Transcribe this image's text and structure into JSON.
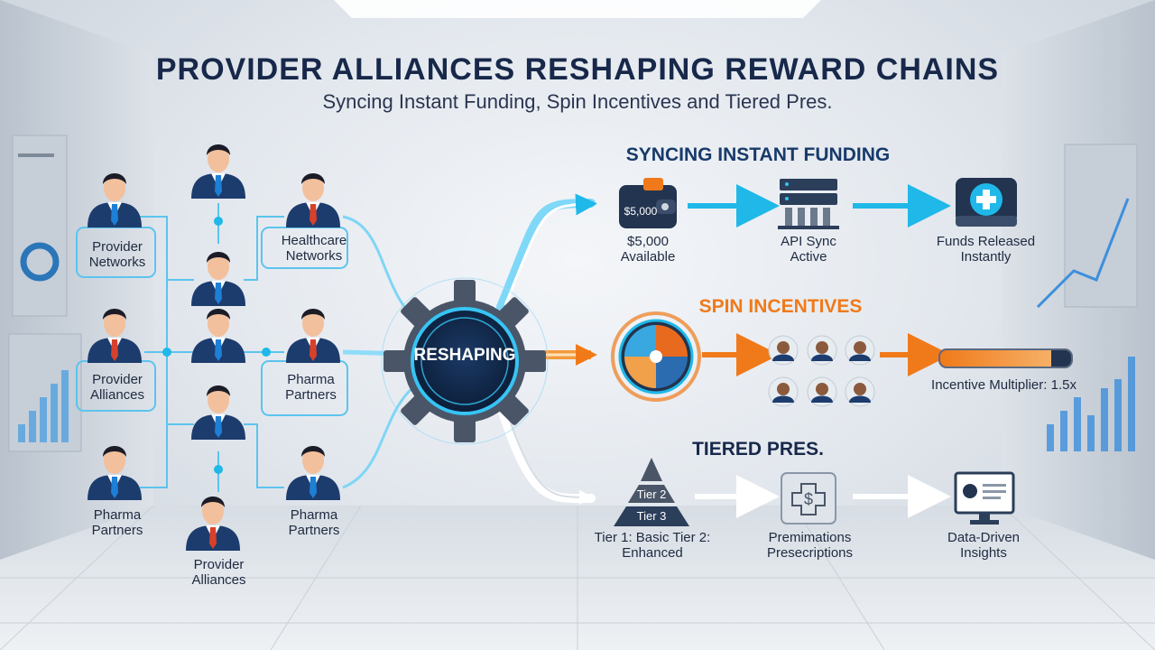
{
  "header": {
    "title": "PROVIDER ALLIANCES RESHAPING REWARD CHAINS",
    "subtitle": "Syncing Instant Funding, Spin Incentives and Tiered Pres."
  },
  "network": {
    "labels": {
      "provider_networks": "Provider Networks",
      "healthcare_networks": "Healthcare Networks",
      "provider_alliances_left": "Provider Alliances",
      "pharma_partners_mid": "Pharma Partners",
      "pharma_partners_bottom_left": "Pharma Partners",
      "pharma_partners_bottom_right": "Pharma Partners",
      "provider_alliances_bottom": "Provider Alliances"
    }
  },
  "hub": {
    "label": "RESHAPING"
  },
  "funding": {
    "heading": "SYNCING INSTANT FUNDING",
    "wallet_amount": "$5,000",
    "wallet_label": "$5,000 Available",
    "api_label": "API Sync Active",
    "funds_label": "Funds Released Instantly"
  },
  "spin": {
    "heading": "SPIN INCENTIVES",
    "multiplier_label": "Incentive Multiplier: 1.5x",
    "multiplier_fill": 0.85
  },
  "tiered": {
    "heading": "TIERED PRES.",
    "tier2": "Tier 2",
    "tier3": "Tier 3",
    "tier_label": "Tier 1: Basic Tier 2: Enhanced",
    "prescriptions_label": "Premimations Presecriptions",
    "insights_label": "Data-Driven Insights"
  },
  "colors": {
    "navy": "#17284a",
    "cyan": "#1fb8e8",
    "orange": "#f07a1a",
    "white_flow": "#e9edf2",
    "suit": "#1d3c6e"
  },
  "icons": [
    "person-icon",
    "gear-icon",
    "wallet-icon",
    "server-icon",
    "medical-cross-icon",
    "spin-wheel-icon",
    "avatar-icon",
    "pyramid-icon",
    "prescription-dollar-icon",
    "monitor-icon",
    "arrow-icon"
  ]
}
